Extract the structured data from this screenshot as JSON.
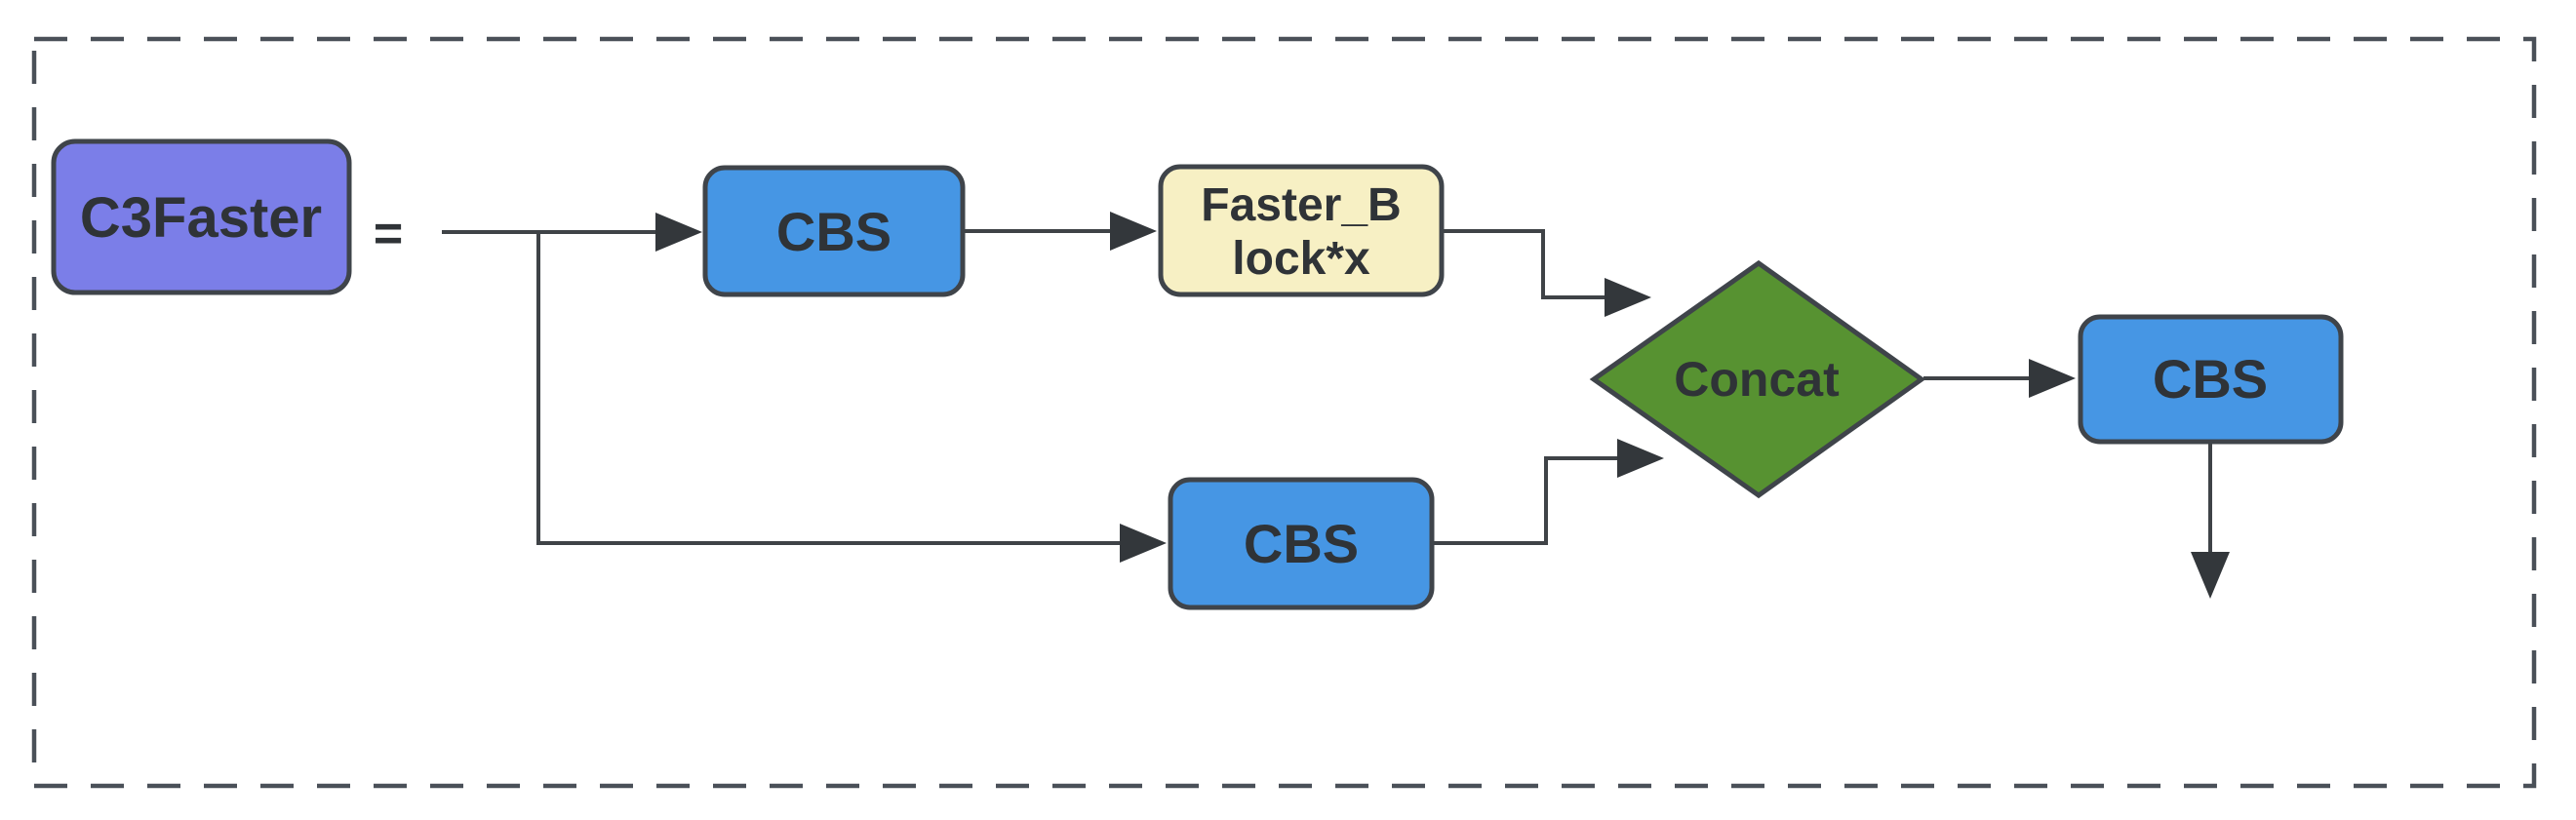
{
  "diagram": {
    "equation_lhs": "C3Faster",
    "equals_sign": "=",
    "nodes": {
      "cbs_top": {
        "label": "CBS"
      },
      "faster_block": {
        "line1": "Faster_B",
        "line2": "lock*x"
      },
      "cbs_bottom": {
        "label": "CBS"
      },
      "concat": {
        "label": "Concat"
      },
      "cbs_out": {
        "label": "CBS"
      }
    },
    "colors": {
      "lhs_fill": "#7b7ee8",
      "cbs_fill": "#4696e4",
      "faster_fill": "#f7f0c4",
      "concat_fill": "#579231",
      "node_stroke": "#3f444a",
      "connector": "#3f4347",
      "arrowhead": "#33373b",
      "border_dash": "#4a5058",
      "text": "#2f3337",
      "background": "#ffffff"
    }
  }
}
